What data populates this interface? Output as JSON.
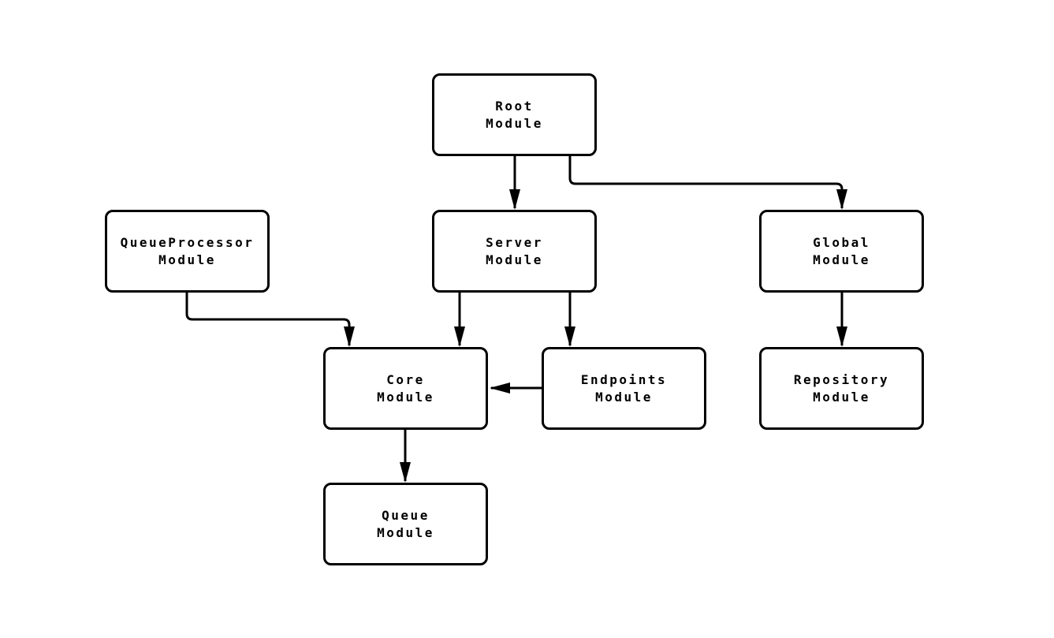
{
  "diagram": {
    "type": "module-dependency-graph",
    "background_color": "#ffffff",
    "node_fill": "#ffffff",
    "node_border_color": "#000000",
    "edge_color": "#000000",
    "text_color": "#000000",
    "nodes": [
      {
        "id": "root",
        "line1": "Root",
        "line2": "Module"
      },
      {
        "id": "queueprocessor",
        "line1": "QueueProcessor",
        "line2": "Module"
      },
      {
        "id": "server",
        "line1": "Server",
        "line2": "Module"
      },
      {
        "id": "global",
        "line1": "Global",
        "line2": "Module"
      },
      {
        "id": "core",
        "line1": "Core",
        "line2": "Module"
      },
      {
        "id": "endpoints",
        "line1": "Endpoints",
        "line2": "Module"
      },
      {
        "id": "repository",
        "line1": "Repository",
        "line2": "Module"
      },
      {
        "id": "queue",
        "line1": "Queue",
        "line2": "Module"
      }
    ],
    "edges": [
      {
        "from": "Root Module",
        "to": "Server Module"
      },
      {
        "from": "Root Module",
        "to": "Global Module"
      },
      {
        "from": "QueueProcessor Module",
        "to": "Core Module"
      },
      {
        "from": "Server Module",
        "to": "Core Module"
      },
      {
        "from": "Server Module",
        "to": "Endpoints Module"
      },
      {
        "from": "Endpoints Module",
        "to": "Core Module"
      },
      {
        "from": "Global Module",
        "to": "Repository Module"
      },
      {
        "from": "Core Module",
        "to": "Queue Module"
      }
    ]
  }
}
